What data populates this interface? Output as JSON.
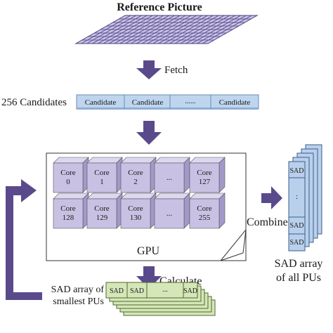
{
  "title": "Reference Picture",
  "fetch_label": "Fetch",
  "candidates_label": "256 Candidates",
  "candidate_cells": [
    "Candidate",
    "Candidate",
    "......",
    "Candidate"
  ],
  "gpu_label": "GPU",
  "cores_row1": [
    "Core\n0",
    "Core\n1",
    "Core\n2",
    "...",
    "Core\n127"
  ],
  "cores_row2": [
    "Core\n128",
    "Core\n129",
    "Core\n130",
    "...",
    "Core\n255"
  ],
  "combine_label": "Combine",
  "calculate_label": "Calculate",
  "sad_all": {
    "cells": [
      "SAD",
      ":",
      "SAD",
      "SAD"
    ],
    "label_line1": "SAD array",
    "label_line2": "of all PUs"
  },
  "sad_small": {
    "cells": [
      "SAD",
      "SAD",
      "...",
      "SAD"
    ],
    "label_line1": "SAD array of",
    "label_line2": "smallest PUs"
  },
  "colors": {
    "arrow": "#5a4a8c",
    "grid_fill": "#c9c2e6",
    "grid_line": "#4a3f80",
    "core_front": "#c9c1e3",
    "core_side": "#a399c9",
    "core_top": "#ddd7ef",
    "candidate_fill": "#bfd5ee",
    "sad_all_fill": "#b9d0ec",
    "sad_small_fill": "#d5e6b8"
  }
}
